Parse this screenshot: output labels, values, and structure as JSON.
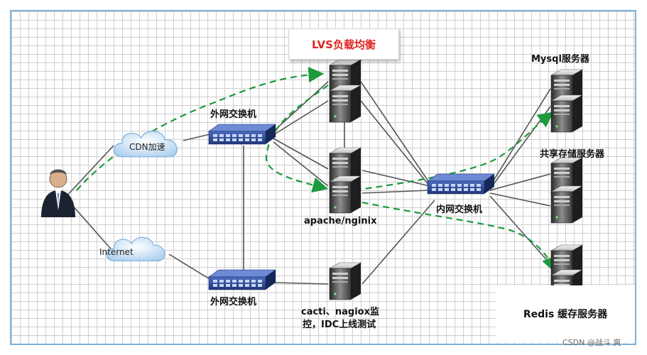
{
  "labels": {
    "lvs": "LVS负载均衡",
    "mysql": "Mysql服务器",
    "shared_storage": "共享存储服务器",
    "switch_top": "外网交换机",
    "switch_bottom": "外网交换机",
    "cdn": "CDN加速",
    "internet": "Internet",
    "apache": "apache/nginix",
    "inner_switch": "内网交换机",
    "monitor_line1": "cacti、nagiox监",
    "monitor_line2": "控，IDC上线测试",
    "redis": "Redis 缓存服务器"
  },
  "watermark": "CSDN @战斗 爽",
  "colors": {
    "grid": "#cfcfcf",
    "frame_border": "#7fb3d9",
    "lvs_text": "#e02424",
    "switch_blue": "#2f4f9a",
    "traffic_dashed": "#1d9a3c",
    "link_line": "#555555"
  },
  "icons": [
    "user-icon",
    "cloud-icon",
    "switch-icon",
    "server-icon"
  ]
}
